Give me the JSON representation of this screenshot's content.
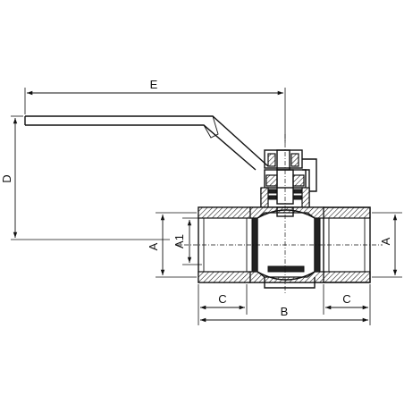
{
  "drawing": {
    "subject": "ball-valve-with-lever-handle",
    "colors": {
      "line": "#111111",
      "background": "#ffffff"
    }
  },
  "dimensions": {
    "E": "E",
    "D": "D",
    "A_left": "A",
    "A1": "A1",
    "A_right": "A",
    "C_left": "C",
    "B": "B",
    "C_right": "C"
  }
}
